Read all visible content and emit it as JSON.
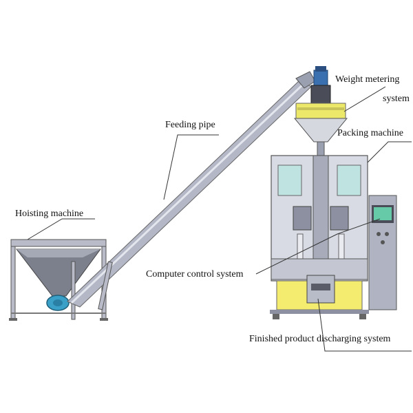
{
  "labels": {
    "weight_metering_1": "Weight metering",
    "weight_metering_2": "system",
    "feeding_pipe": "Feeding pipe",
    "packing_machine": "Packing machine",
    "hoisting_machine": "Hoisting machine",
    "computer_control": "Computer control system",
    "finished_product": "Finished product discharging system"
  },
  "colors": {
    "metal": "#c9ccd6",
    "metal_dark": "#8c90a0",
    "yellow_panel": "#f3ec6e",
    "hopper_yellow": "#ece86a",
    "motor_blue": "#3aa0c8",
    "screen": "#66c9a8",
    "dark_steel": "#4a4c57"
  }
}
